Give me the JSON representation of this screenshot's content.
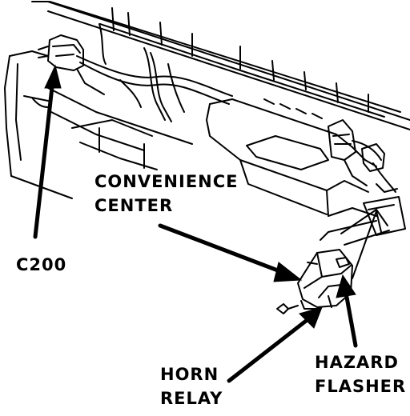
{
  "labels": {
    "convenience_center": [
      "CONVENIENCE",
      "CENTER"
    ],
    "c200": "C200",
    "horn_relay": [
      "HORN",
      "RELAY"
    ],
    "hazard_flasher": [
      "HAZARD",
      "FLASHER"
    ]
  },
  "colors": {
    "ink": "#000000",
    "paper": "#ffffff"
  }
}
